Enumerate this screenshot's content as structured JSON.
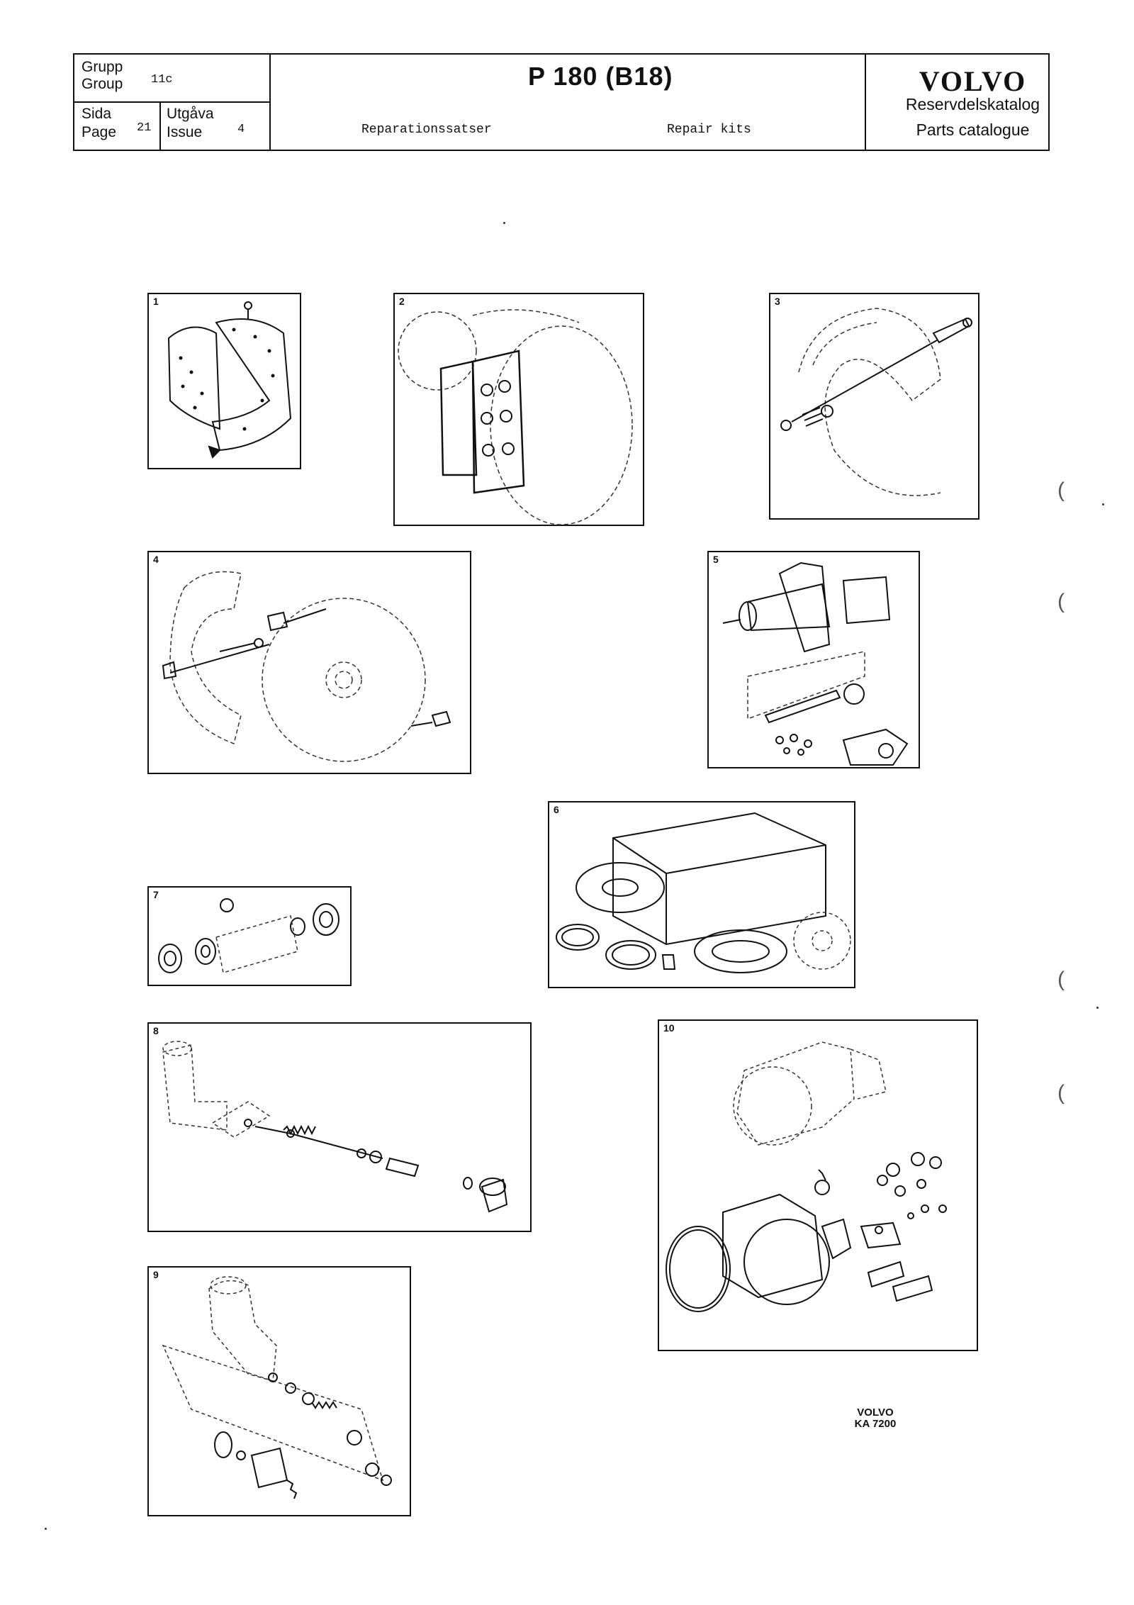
{
  "header": {
    "group_label_sv": "Grupp",
    "group_label_en": "Group",
    "group_value": "11c",
    "page_label_sv": "Sida",
    "page_label_en": "Page",
    "page_value": "21",
    "issue_label_sv": "Utgåva",
    "issue_label_en": "Issue",
    "issue_value": "4",
    "model_title": "P 180 (B18)",
    "subtitle_sv": "Reparationssatser",
    "subtitle_en": "Repair kits",
    "brand": "VOLVO",
    "catalogue_sv": "Reservdelskatalog",
    "catalogue_en": "Parts catalogue"
  },
  "panels": [
    {
      "number": "1"
    },
    {
      "number": "2"
    },
    {
      "number": "3"
    },
    {
      "number": "4"
    },
    {
      "number": "5"
    },
    {
      "number": "6"
    },
    {
      "number": "7"
    },
    {
      "number": "8"
    },
    {
      "number": "9"
    },
    {
      "number": "10"
    }
  ],
  "footer": {
    "brand": "VOLVO",
    "code": "KA 7200"
  },
  "margin_marks": [
    "(",
    "(",
    "(",
    "("
  ]
}
